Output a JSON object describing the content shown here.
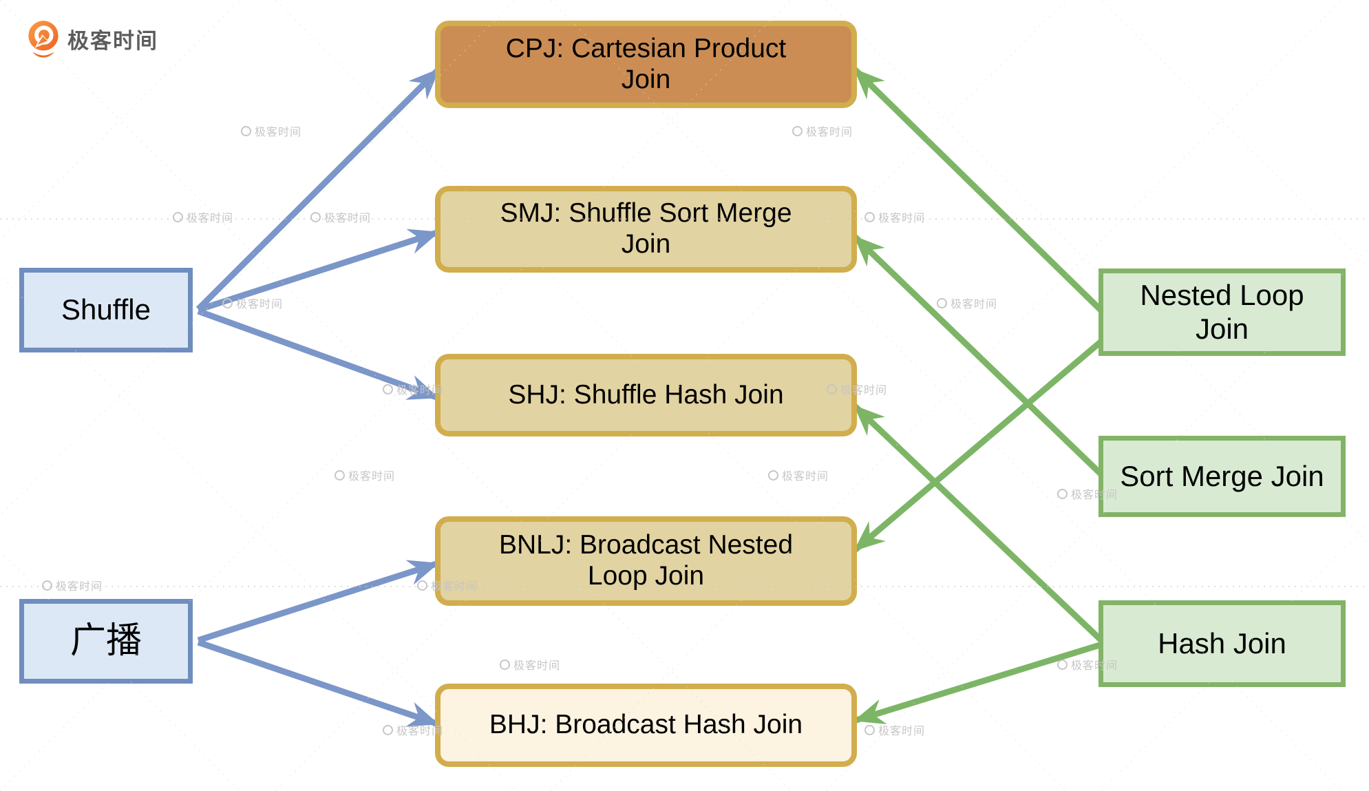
{
  "logo": {
    "brand": "极客时间"
  },
  "watermark": {
    "brand": "极客时间"
  },
  "nodes": {
    "shuffle": {
      "label": "Shuffle"
    },
    "broadcast": {
      "label": "广播"
    },
    "cpj": {
      "label": "CPJ: Cartesian Product\nJoin"
    },
    "smj": {
      "label": "SMJ: Shuffle Sort Merge\nJoin"
    },
    "shj": {
      "label": "SHJ: Shuffle Hash Join"
    },
    "bnlj": {
      "label": "BNLJ: Broadcast Nested\nLoop Join"
    },
    "bhj": {
      "label": "BHJ: Broadcast Hash Join"
    },
    "nlj": {
      "label": "Nested Loop\nJoin"
    },
    "sort_merge": {
      "label": "Sort Merge Join"
    },
    "hash": {
      "label": "Hash Join"
    }
  },
  "edges": [
    {
      "from": "shuffle",
      "to": "cpj",
      "color": "blue"
    },
    {
      "from": "shuffle",
      "to": "smj",
      "color": "blue"
    },
    {
      "from": "shuffle",
      "to": "shj",
      "color": "blue"
    },
    {
      "from": "broadcast",
      "to": "bnlj",
      "color": "blue"
    },
    {
      "from": "broadcast",
      "to": "bhj",
      "color": "blue"
    },
    {
      "from": "nlj",
      "to": "cpj",
      "color": "green"
    },
    {
      "from": "nlj",
      "to": "bnlj",
      "color": "green"
    },
    {
      "from": "sort_merge",
      "to": "smj",
      "color": "green"
    },
    {
      "from": "hash",
      "to": "shj",
      "color": "green"
    },
    {
      "from": "hash",
      "to": "bhj",
      "color": "green"
    }
  ],
  "colors": {
    "blue_arrow": "#7b96c8",
    "green_arrow": "#7db566",
    "blue_box_border": "#6f8dbf",
    "blue_box_fill": "#dde8f6",
    "green_box_border": "#82b366",
    "green_box_fill": "#d9ead3",
    "gold_border": "#d1ad4d",
    "tan_fill": "#e2d3a2",
    "orange_fill": "#cb8d54",
    "cream_fill": "#fcf3e1",
    "logo_orange": "#ee7029",
    "watermark_gray": "#c6c6c6"
  }
}
